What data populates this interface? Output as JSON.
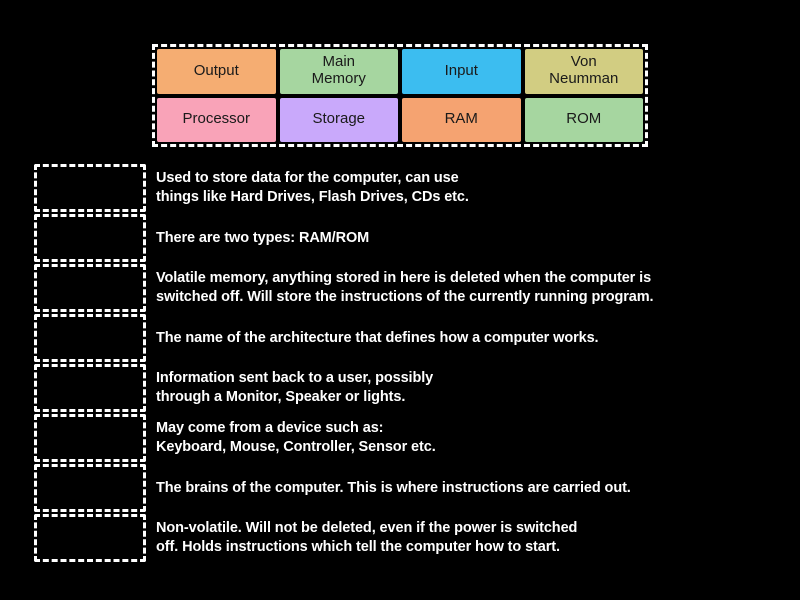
{
  "background_color": "#000000",
  "text_color": "#ffffff",
  "tile_tray": {
    "name": "answer-tile-tray",
    "border_style": "dashed-white",
    "tiles": [
      {
        "label": "Output",
        "color": "#f5ad72",
        "text_color": "#1a1a1a"
      },
      {
        "label": "Main\nMemory",
        "color": "#a6d6a0",
        "text_color": "#1a1a1a"
      },
      {
        "label": "Input",
        "color": "#3cbdf0",
        "text_color": "#1a1a1a"
      },
      {
        "label": "Von\nNeumman",
        "color": "#d2cd82",
        "text_color": "#1a1a1a"
      },
      {
        "label": "Processor",
        "color": "#f9a3b8",
        "text_color": "#1a1a1a"
      },
      {
        "label": "Storage",
        "color": "#c9a9fb",
        "text_color": "#1a1a1a"
      },
      {
        "label": "RAM",
        "color": "#f5a371",
        "text_color": "#1a1a1a"
      },
      {
        "label": "ROM",
        "color": "#a6d6a0",
        "text_color": "#1a1a1a"
      }
    ]
  },
  "rows": [
    {
      "dropzone_value": "",
      "text": "Used to store data for the computer, can use\nthings like Hard Drives, Flash Drives, CDs etc."
    },
    {
      "dropzone_value": "",
      "text": "There are two types: RAM/ROM"
    },
    {
      "dropzone_value": "",
      "text": "Volatile memory, anything stored in here is deleted when the computer is\nswitched off. Will store the instructions of the currently running program."
    },
    {
      "dropzone_value": "",
      "text": "The name of the architecture that defines how a computer works."
    },
    {
      "dropzone_value": "",
      "text": "Information sent back to a user, possibly\nthrough a Monitor, Speaker or lights."
    },
    {
      "dropzone_value": "",
      "text": "May come from a device such as:\nKeyboard, Mouse, Controller, Sensor etc."
    },
    {
      "dropzone_value": "",
      "text": "The brains of the computer. This is where instructions are carried out."
    },
    {
      "dropzone_value": "",
      "text": "Non-volatile. Will not be deleted, even if the power is switched\noff. Holds instructions which tell the computer how to start."
    }
  ]
}
